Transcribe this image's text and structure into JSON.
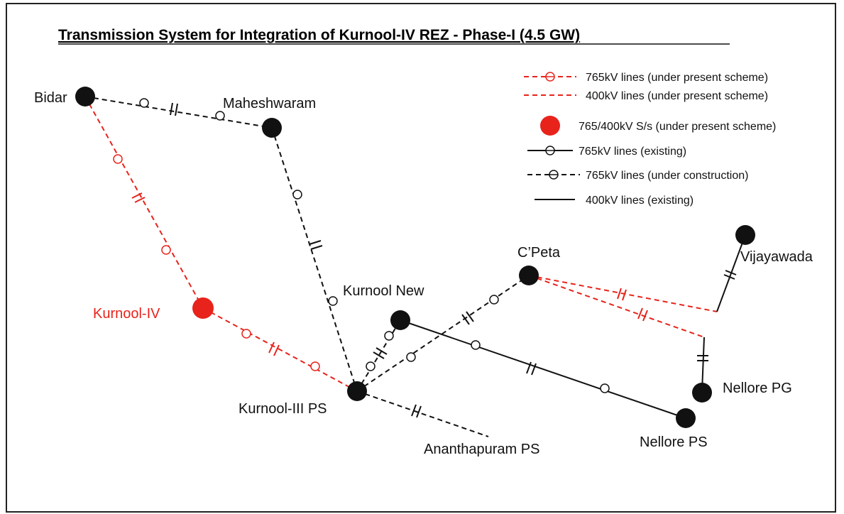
{
  "title": "Transmission System for Integration of Kurnool-IV REZ - Phase-I (4.5 GW)",
  "colors": {
    "red": "#e8231b",
    "black": "#111111"
  },
  "nodes": {
    "bidar": "Bidar",
    "maheshwaram": "Maheshwaram",
    "kurnool_iv": "Kurnool-IV",
    "kurnool_new": "Kurnool New",
    "kurnool_iii": "Kurnool-III PS",
    "ananthapuram": "Ananthapuram PS",
    "cpeta": "C’Peta",
    "vijayawada": "Vijayawada",
    "nellore_pg": "Nellore PG",
    "nellore_ps": "Nellore PS"
  },
  "legend": {
    "l765_present": "765kV lines (under present scheme)",
    "l400_present": "400kV lines (under present scheme)",
    "ss_present": "765/400kV S/s (under present scheme)",
    "l765_existing": "765kV lines (existing)",
    "l765_construction": "765kV lines (under construction)",
    "l400_existing": "400kV lines (existing)"
  }
}
